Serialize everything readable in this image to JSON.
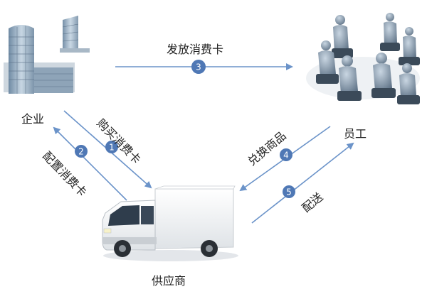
{
  "nodes": {
    "enterprise": {
      "label": "企业"
    },
    "staff": {
      "label": "员工"
    },
    "supplier": {
      "label": "供应商"
    }
  },
  "edges": [
    {
      "step": "1",
      "label": "购买消费卡",
      "from": "enterprise",
      "to": "supplier"
    },
    {
      "step": "2",
      "label": "配置消费卡",
      "from": "supplier",
      "to": "enterprise"
    },
    {
      "step": "3",
      "label": "发放消费卡",
      "from": "enterprise",
      "to": "staff"
    },
    {
      "step": "4",
      "label": "兑换商品",
      "from": "staff",
      "to": "supplier"
    },
    {
      "step": "5",
      "label": "配送",
      "from": "supplier",
      "to": "staff"
    }
  ],
  "colors": {
    "arrow": "#6b93c9",
    "badge_fill": "#4f78b5",
    "badge_text": "#ffffff",
    "building": "#9fb4c7",
    "people": "#7f93a6",
    "truck_body": "#f4f4f4",
    "truck_cab": "#e8ebee"
  },
  "icons": {
    "enterprise": "office-building-icon",
    "staff": "meeting-people-icon",
    "supplier": "delivery-truck-icon"
  }
}
